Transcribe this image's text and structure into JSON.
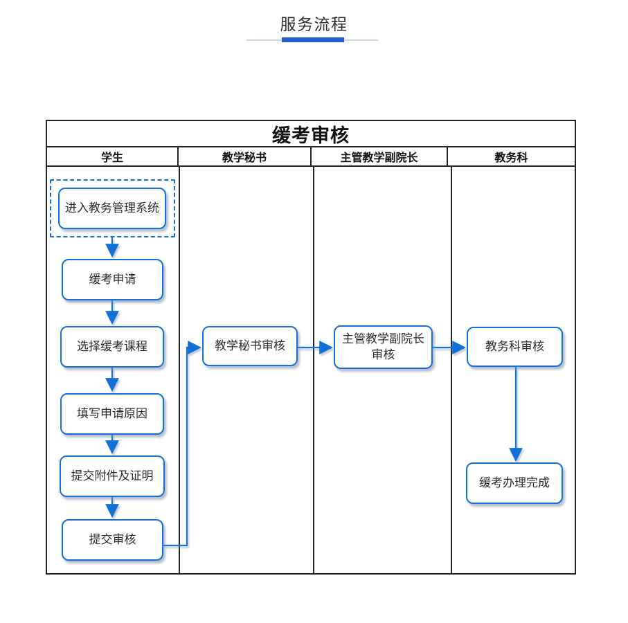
{
  "page": {
    "title": "服务流程"
  },
  "flowchart": {
    "title": "缓考审核",
    "lanes": [
      {
        "label": "学生"
      },
      {
        "label": "教学秘书"
      },
      {
        "label": "主管教学副院长"
      },
      {
        "label": "教务科"
      }
    ],
    "nodes": [
      {
        "label": "进入教务管理系统"
      },
      {
        "label": "缓考申请"
      },
      {
        "label": "选择缓考课程"
      },
      {
        "label": "填写申请原因"
      },
      {
        "label": "提交附件及证明"
      },
      {
        "label": "提交审核"
      },
      {
        "label": "教学秘书审核"
      },
      {
        "label": "主管教学副院长\n审核"
      },
      {
        "label": "教务科审核"
      },
      {
        "label": "缓考办理完成"
      }
    ]
  },
  "theme": {
    "accent": "#1271d6",
    "underline-strong": "#2160c8",
    "underline-light": "#c9d8ea",
    "table-border": "#222222",
    "text": "#2b2b2b"
  }
}
